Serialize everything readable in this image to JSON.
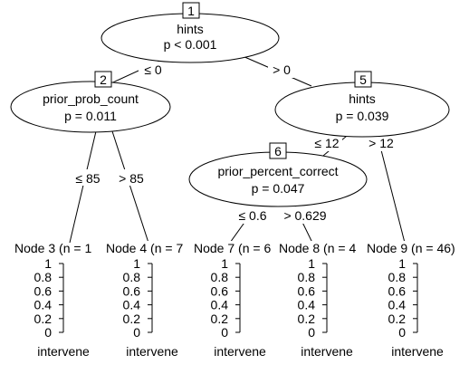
{
  "inner_nodes": [
    {
      "id": "1",
      "variable": "hints",
      "p": "p < 0.001"
    },
    {
      "id": "2",
      "variable": "prior_prob_count",
      "p": "p = 0.011"
    },
    {
      "id": "5",
      "variable": "hints",
      "p": "p = 0.039"
    },
    {
      "id": "6",
      "variable": "prior_percent_correct",
      "p": "p = 0.047"
    }
  ],
  "edges": [
    {
      "from": "1",
      "to": "2",
      "label": "≤ 0"
    },
    {
      "from": "1",
      "to": "5",
      "label": "> 0"
    },
    {
      "from": "2",
      "to": "3",
      "label": "≤ 85"
    },
    {
      "from": "2",
      "to": "4",
      "label": "> 85"
    },
    {
      "from": "5",
      "to": "6",
      "label": "≤ 12"
    },
    {
      "from": "5",
      "to": "9",
      "label": "> 12"
    },
    {
      "from": "6",
      "to": "7",
      "label": "≤ 0.6"
    },
    {
      "from": "6",
      "to": "8",
      "label": "> 0.629"
    }
  ],
  "terminal_nodes": [
    {
      "id": "3",
      "title": "Node 3 (n = 1",
      "xlabel": "intervene"
    },
    {
      "id": "4",
      "title": "Node 4 (n = 7",
      "xlabel": "intervene"
    },
    {
      "id": "7",
      "title": "Node 7 (n = 6",
      "xlabel": "intervene"
    },
    {
      "id": "8",
      "title": "Node 8 (n = 4",
      "xlabel": "intervene"
    },
    {
      "id": "9",
      "title": "Node 9 (n = 46)",
      "xlabel": "intervene"
    }
  ],
  "axis_ticks": [
    "1",
    "0.8",
    "0.6",
    "0.4",
    "0.2",
    "0"
  ]
}
